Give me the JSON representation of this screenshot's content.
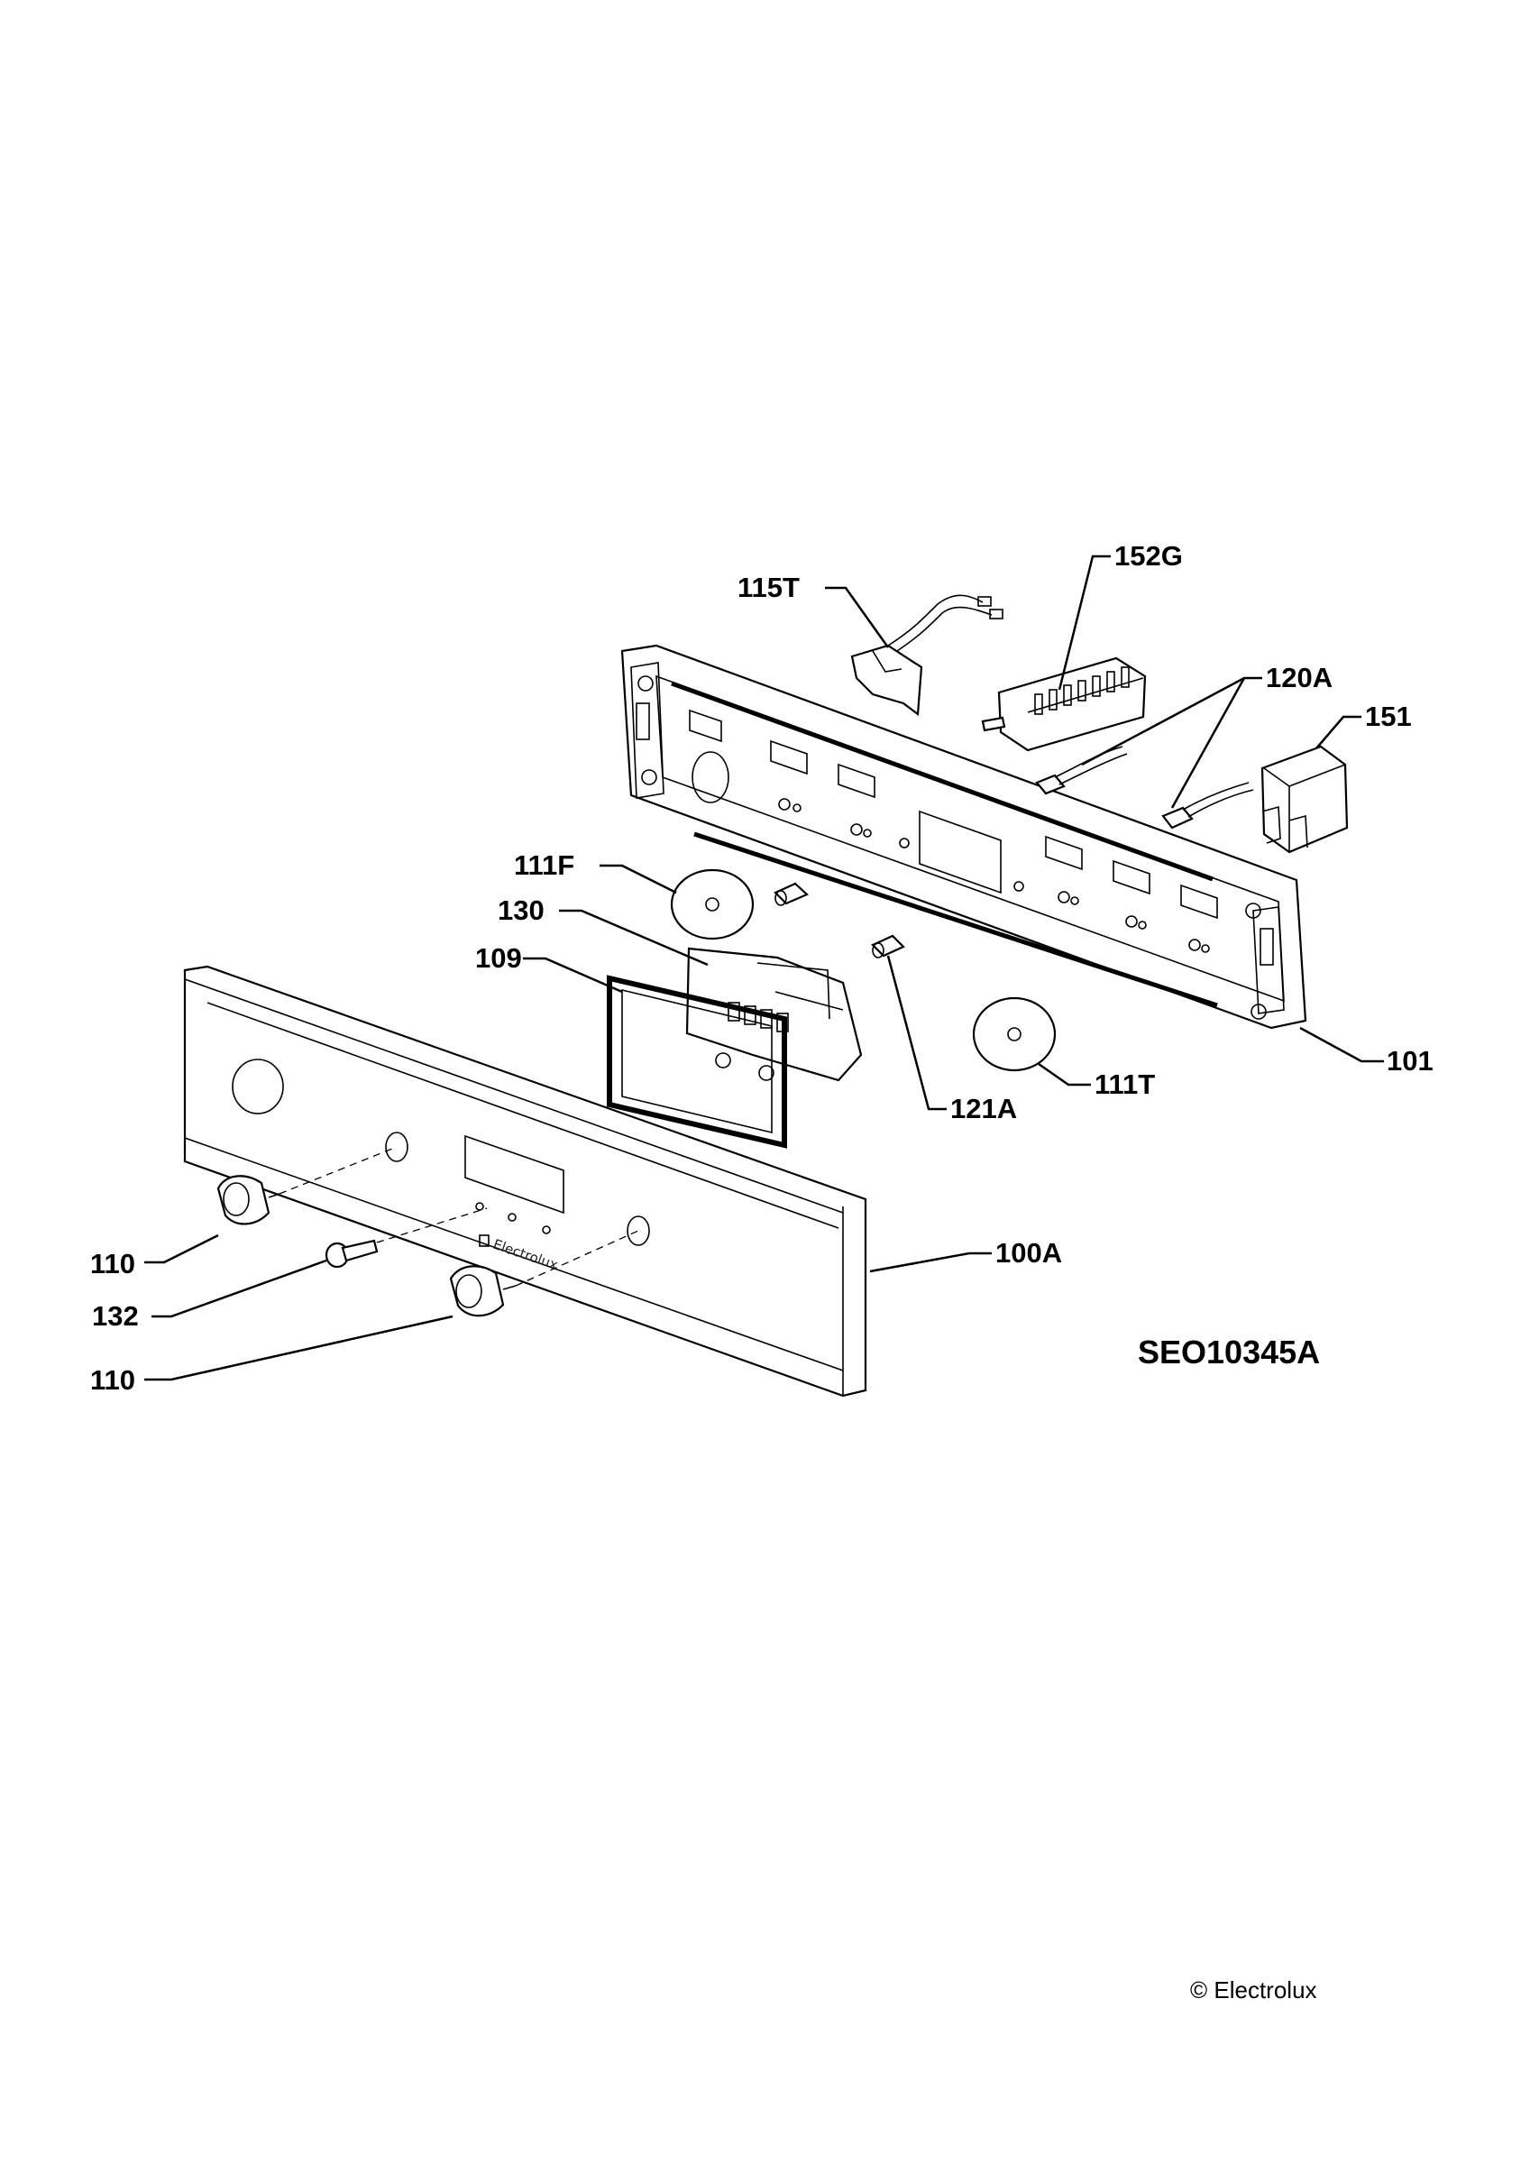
{
  "diagram": {
    "drawing_code": "SEO10345A",
    "brand_on_panel": "Electrolux",
    "copyright": "© Electrolux",
    "parts": [
      {
        "id": "115T"
      },
      {
        "id": "152G"
      },
      {
        "id": "120A"
      },
      {
        "id": "151"
      },
      {
        "id": "111F"
      },
      {
        "id": "130"
      },
      {
        "id": "109"
      },
      {
        "id": "101"
      },
      {
        "id": "121A"
      },
      {
        "id": "111T"
      },
      {
        "id": "100A"
      },
      {
        "id": "110"
      },
      {
        "id": "132"
      },
      {
        "id": "110"
      }
    ]
  }
}
